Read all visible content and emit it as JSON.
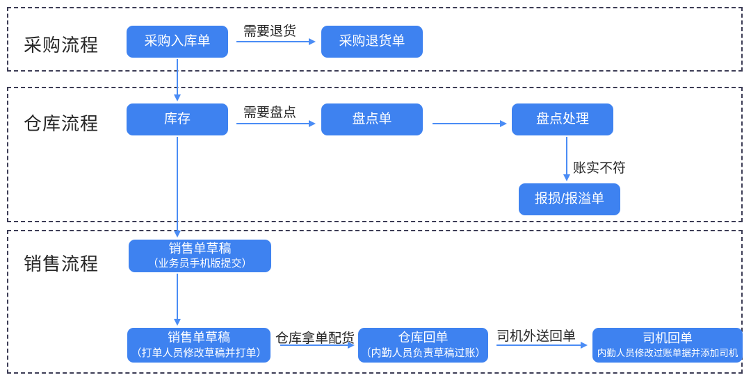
{
  "colors": {
    "node_fill": "#3E82F0",
    "node_text": "#FFFFFF",
    "arrow": "#4A8CF5",
    "section_border": "#3C3C55",
    "label_text": "#262626",
    "background": "#FFFFFF"
  },
  "sections": {
    "purchase": {
      "label": "采购流程"
    },
    "warehouse": {
      "label": "仓库流程"
    },
    "sales": {
      "label": "销售流程"
    }
  },
  "nodes": {
    "purchase_inbound": {
      "label": "采购入库单"
    },
    "purchase_return": {
      "label": "采购退货单"
    },
    "inventory": {
      "label": "库存"
    },
    "stocktake_order": {
      "label": "盘点单"
    },
    "stocktake_process": {
      "label": "盘点处理"
    },
    "loss_overflow": {
      "label": "报损/报溢单"
    },
    "sales_draft_mobile": {
      "label": "销售单草稿",
      "sublabel": "（业务员手机版提交）"
    },
    "sales_draft_print": {
      "label": "销售单草稿",
      "sublabel": "（打单人员修改草稿并打单）"
    },
    "warehouse_receipt": {
      "label": "仓库回单",
      "sublabel": "（内勤人员负责草稿过账）"
    },
    "driver_receipt": {
      "label": "司机回单",
      "sublabel": "内勤人员修改过账单据并添加司机"
    }
  },
  "edges": {
    "need_return": {
      "label": "需要退货"
    },
    "need_stocktake": {
      "label": "需要盘点"
    },
    "mismatch": {
      "label": "账实不符"
    },
    "warehouse_pick": {
      "label": "仓库拿单配货"
    },
    "driver_deliver": {
      "label": "司机外送回单"
    }
  }
}
